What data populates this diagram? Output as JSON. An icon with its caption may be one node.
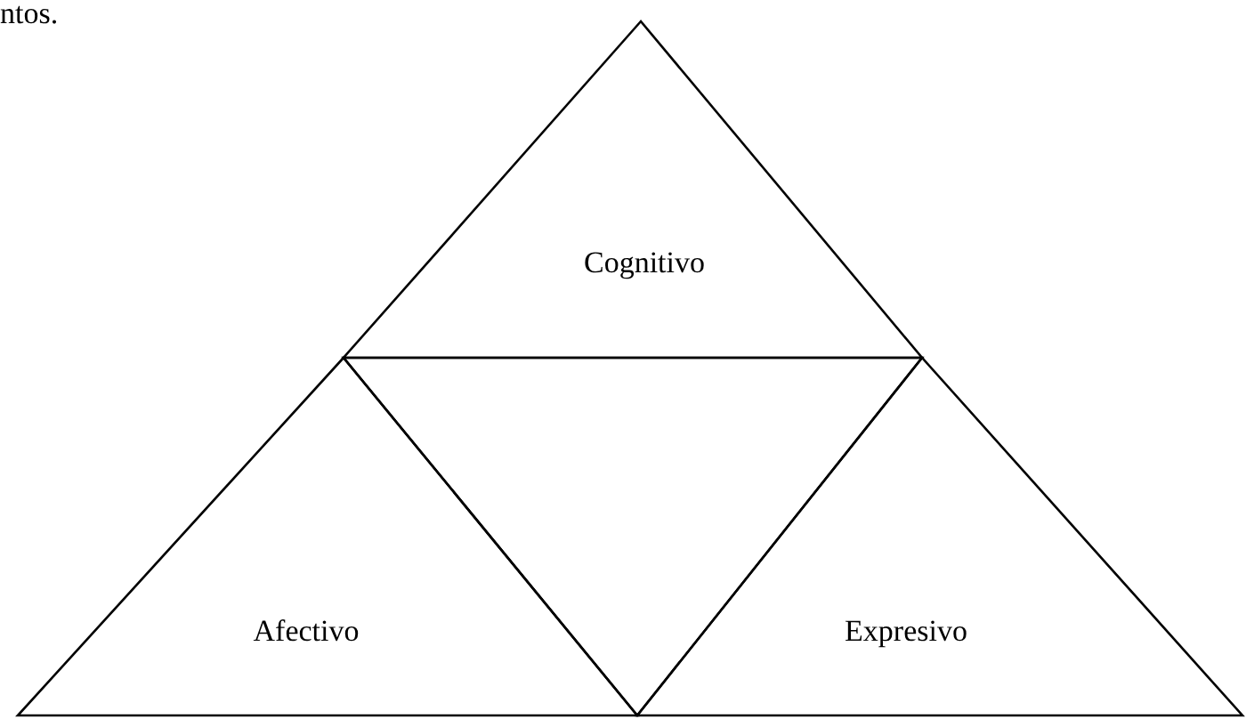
{
  "diagram": {
    "nodes": [
      {
        "text": [
          "Cognitivo"
        ]
      },
      {
        "text": [
          "Afectivo"
        ]
      },
      {
        "text": [],
        "shape": "triangle"
      },
      {
        "text": [
          "Expresivo"
        ]
      }
    ],
    "labels": [
      "ntos."
    ]
  }
}
